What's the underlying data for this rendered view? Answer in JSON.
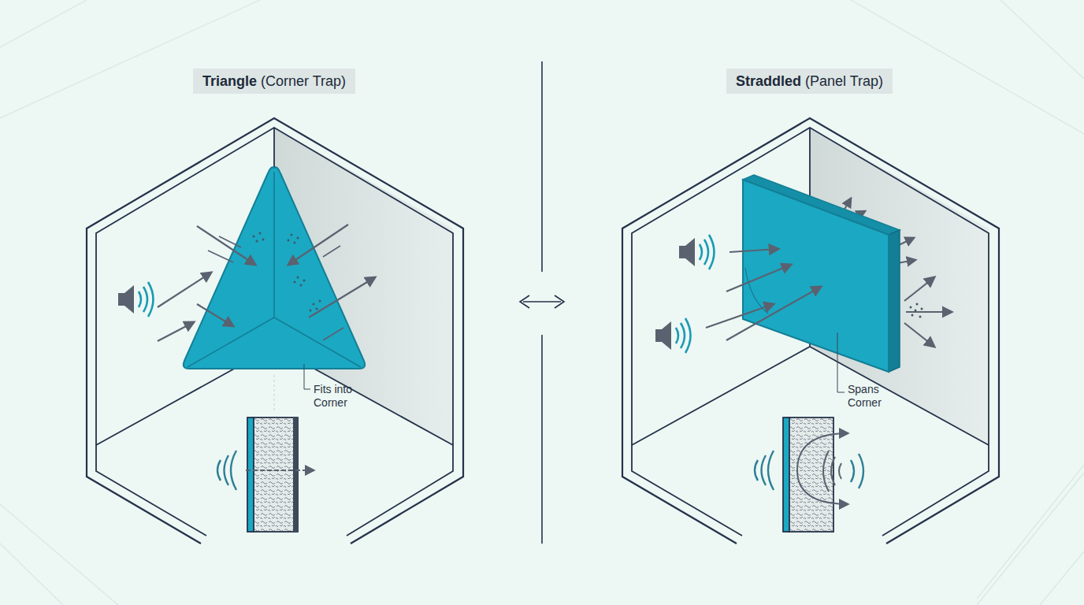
{
  "diagram": {
    "nodes": [
      {
        "text": [
          "Triangle",
          "(Corner Trap)"
        ]
      },
      {
        "text": [
          "Straddled",
          "(Panel Trap)"
        ]
      }
    ],
    "labels": [
      "Fits into Corner",
      "Spans Corner"
    ]
  }
}
